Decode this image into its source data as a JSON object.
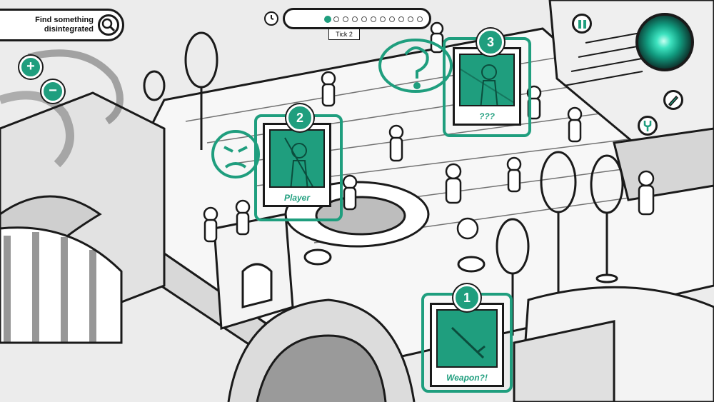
{
  "objective": {
    "text_line1": "Find something",
    "text_line2": "disintegrated"
  },
  "zoom": {
    "in_label": "+",
    "out_label": "−"
  },
  "timeline": {
    "tick_label": "Tick 2",
    "dots": 11,
    "active_index": 0
  },
  "cards": [
    {
      "number": "1",
      "label": "Weapon?!"
    },
    {
      "number": "2",
      "label": "Player"
    },
    {
      "number": "3",
      "label": "???"
    }
  ],
  "colors": {
    "accent": "#1f9e7e",
    "ink": "#1a1a1a",
    "paper": "#ececec"
  },
  "icons": [
    "search-icon",
    "plus-icon",
    "minus-icon",
    "pause-icon",
    "clock-icon",
    "orb-icon",
    "pencil-icon",
    "fork-icon",
    "angry-face-icon",
    "question-mark-icon"
  ]
}
